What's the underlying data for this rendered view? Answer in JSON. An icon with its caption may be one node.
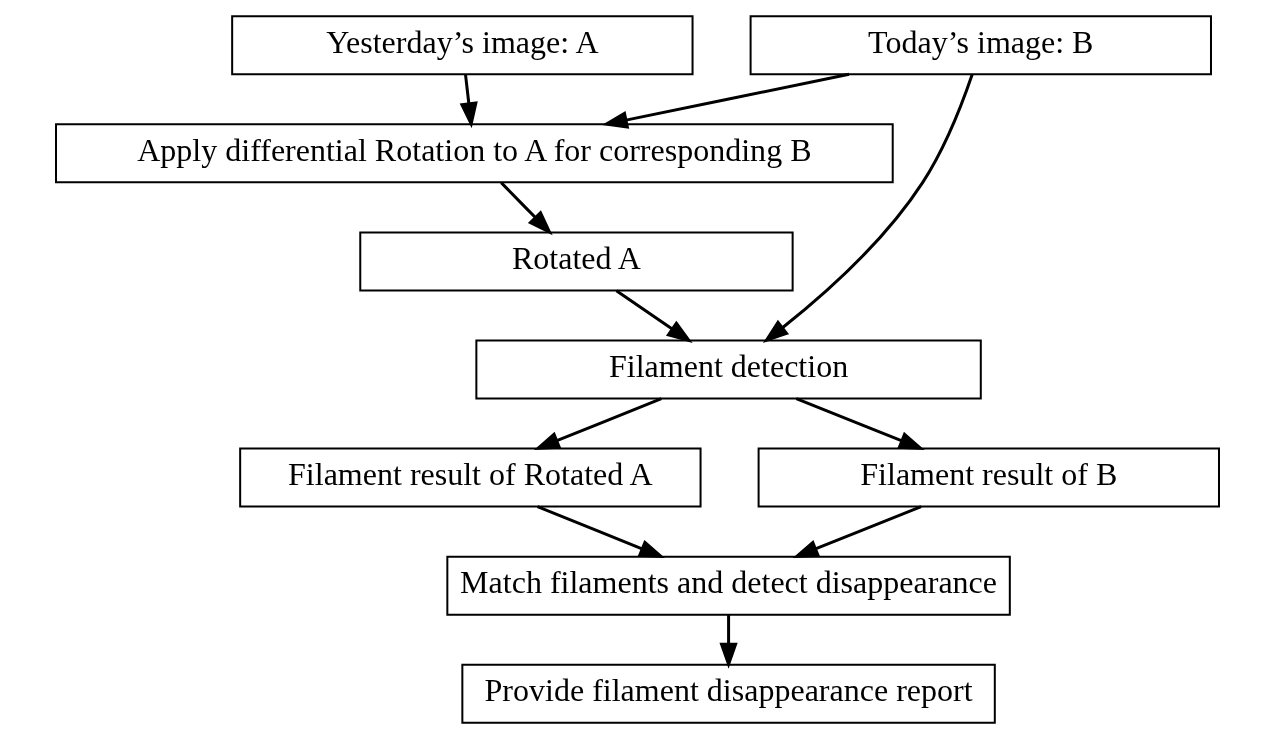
{
  "diagram": {
    "nodes": [
      {
        "text": [
          "Yesterday’s image: A"
        ]
      },
      {
        "text": [
          "Today’s image: B"
        ]
      },
      {
        "text": [
          "Apply differential Rotation to A for corresponding B"
        ]
      },
      {
        "text": [
          "Rotated A"
        ]
      },
      {
        "text": [
          "Filament detection"
        ]
      },
      {
        "text": [
          "Filament result of Rotated A"
        ]
      },
      {
        "text": [
          "Filament result of B"
        ]
      },
      {
        "text": [
          "Match filaments and detect disappearance"
        ]
      },
      {
        "text": [
          "Provide filament disappearance report"
        ]
      }
    ],
    "edges": [
      {
        "from": 0,
        "to": 2,
        "arrow": "to"
      },
      {
        "from": 1,
        "to": 2,
        "arrow": "to"
      },
      {
        "from": 2,
        "to": 3,
        "arrow": "to"
      },
      {
        "from": 3,
        "to": 4,
        "arrow": "to"
      },
      {
        "from": 1,
        "to": 4,
        "arrow": "to"
      },
      {
        "from": 4,
        "to": 5,
        "arrow": "to"
      },
      {
        "from": 4,
        "to": 6,
        "arrow": "to"
      },
      {
        "from": 5,
        "to": 7,
        "arrow": "to"
      },
      {
        "from": 6,
        "to": 7,
        "arrow": "to"
      },
      {
        "from": 7,
        "to": 8,
        "arrow": "to"
      }
    ]
  }
}
